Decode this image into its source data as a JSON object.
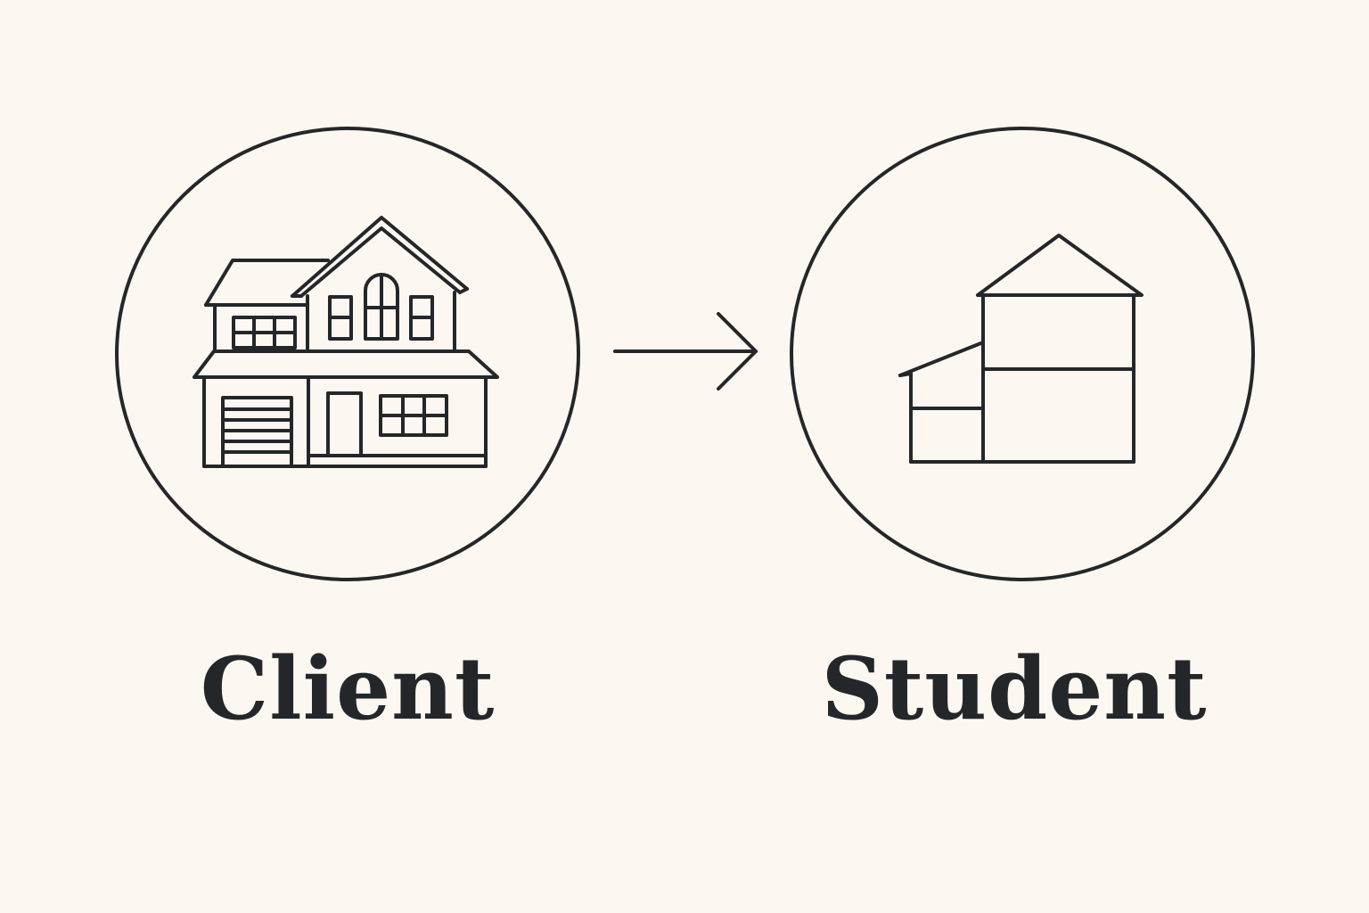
{
  "colors": {
    "background": "#fcf7f1",
    "ink": "#24272a"
  },
  "nodes": [
    {
      "id": "client",
      "label": "Client",
      "icon": "detailed-house-icon"
    },
    {
      "id": "student",
      "label": "Student",
      "icon": "simple-house-icon"
    }
  ],
  "edges": [
    {
      "from": "client",
      "to": "student",
      "icon": "arrow-right-icon"
    }
  ]
}
